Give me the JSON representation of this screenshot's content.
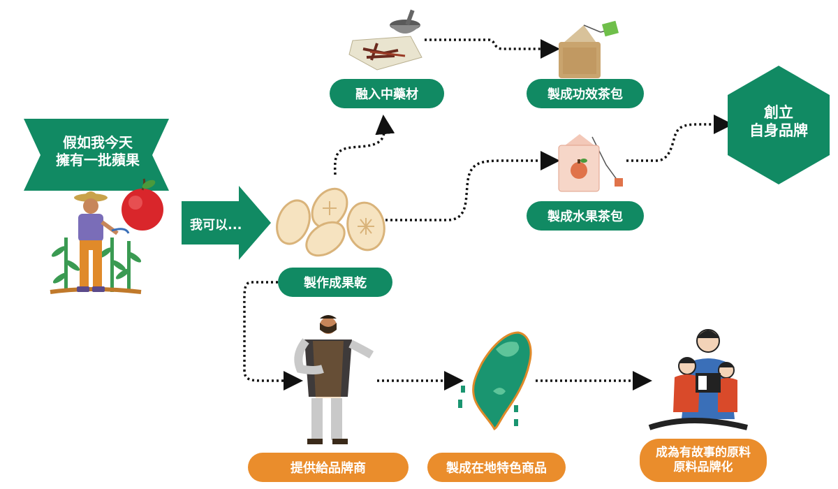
{
  "colors": {
    "green": "#118a63",
    "orange": "#ea8d2c",
    "arrow": "#111111"
  },
  "start": {
    "line1": "假如我今天",
    "line2": "擁有一批蘋果"
  },
  "arrow_label": "我可以...",
  "nodes": {
    "dried_fruit": "製作成果乾",
    "herbal_medicine": "融入中藥材",
    "herbal_teabag": "製成功效茶包",
    "fruit_teabag": "製成水果茶包",
    "brand": {
      "line1": "創立",
      "line2": "自身品牌"
    },
    "supply_brands": "提供給品牌商",
    "local_product": "製成在地特色商品",
    "story_material": {
      "line1": "成為有故事的原料",
      "line2": "原料品牌化"
    }
  }
}
